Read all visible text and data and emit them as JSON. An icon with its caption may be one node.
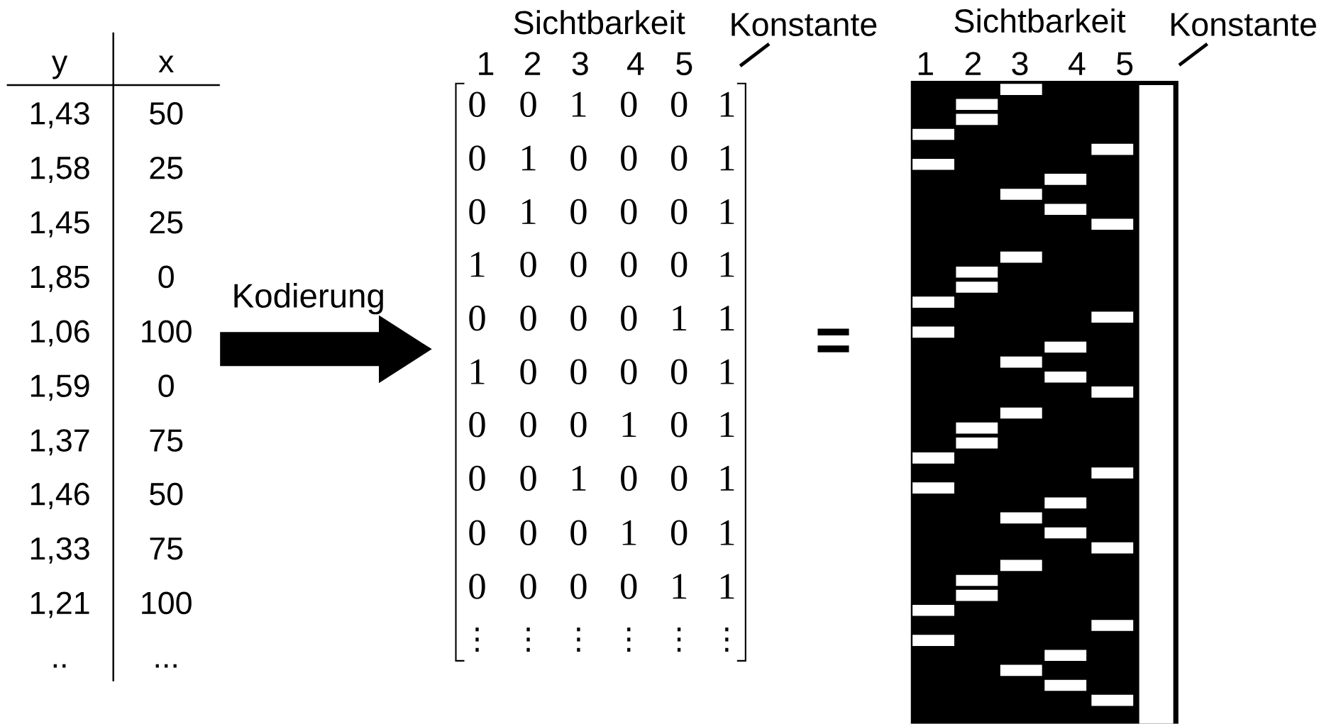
{
  "diagram": {
    "nodes": [
      {
        "text": [],
        "shape": "table"
      },
      {
        "text": [],
        "shape": "matrix"
      },
      {
        "text": [
          "Konstante"
        ]
      },
      {
        "text": [
          "Konstante"
        ]
      }
    ],
    "edges": [
      {
        "from": 0,
        "to": 1,
        "arrow": "to",
        "label": "Kodierung",
        "style": "thick"
      },
      {
        "from": 2,
        "to": null,
        "arrow": "none"
      },
      {
        "from": 3,
        "to": null,
        "arrow": "none"
      }
    ],
    "labels": [
      "y",
      "x",
      "1,43",
      "50",
      "1,58",
      "25",
      "1,45",
      "25",
      "1,85",
      "0",
      "1,06",
      "100",
      "1,59",
      "0",
      "1,37",
      "75",
      "1,46",
      "50",
      "1,33",
      "75",
      "1,21",
      "100",
      "..",
      "...",
      "Sichtbarkeit",
      "1",
      "2",
      "3",
      "4",
      "5",
      "0",
      "0",
      "1",
      "0",
      "0",
      "1",
      "0",
      "1",
      "0",
      "0",
      "0",
      "1",
      "0",
      "1",
      "0",
      "0",
      "0",
      "1",
      "1",
      "0",
      "0",
      "0",
      "0",
      "1",
      "0",
      "0",
      "0",
      "0",
      "1",
      "1",
      "1",
      "0",
      "0",
      "0",
      "0",
      "1",
      "0",
      "0",
      "0",
      "1",
      "0",
      "1",
      "0",
      "0",
      "1",
      "0",
      "0",
      "1",
      "0",
      "0",
      "0",
      "1",
      "0",
      "1",
      "0",
      "0",
      "0",
      "0",
      "1",
      "1",
      "⋮",
      "⋮",
      "⋮",
      "⋮",
      "⋮",
      "⋮",
      "=",
      "Sichtbarkeit",
      "1",
      "2",
      "3",
      "4",
      "5"
    ]
  }
}
